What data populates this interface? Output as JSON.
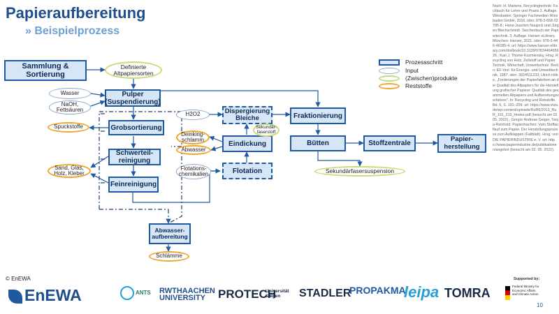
{
  "header": {
    "title": "Papieraufbereitung",
    "subtitle": "» Beispielprozess"
  },
  "legend": {
    "process": "Prozessschritt",
    "input": "Input",
    "product": "(Zwischen)produkte",
    "waste": "Reststoffe"
  },
  "processes": {
    "sammlung": "Sammlung & Sortierung",
    "pulper": "Pulper (Suspendierung)",
    "grobsortierung": "Grobsortierung",
    "schwerteil": "Schwerteil-reinigung",
    "feinreinigung": "Feinreinigung",
    "abwasser": "Abwasser-aufbereitung",
    "dispergierung": "Dispergierung Bleiche",
    "eindickung": "Eindickung",
    "flotation": "Flotation",
    "fraktionierung": "Fraktionierung",
    "butten": "Bütten",
    "stoffzentrale": "Stoffzentrale",
    "papierherstellung": "Papier-herstellung"
  },
  "inputs": {
    "wasser": "Wasser",
    "naoh": "NaOH, Fettsäuren",
    "h2o2": "H2O2",
    "abwasser": "Abwasser",
    "flotation_chem": "Flotations-chemikalien"
  },
  "products": {
    "altpapier": "Definierte Altpapiersorten",
    "sekundarfaserstoff": "Sekundär-faserstoff",
    "suspension": "Sekundärfasersuspension"
  },
  "wastes": {
    "spuckstoffe": "Spuckstoffe",
    "sand": "Sand, Glas, Holz, Kleber",
    "deinking": "Deinking-schlamm",
    "schlamme": "Schlämme"
  },
  "references": "Nach: H. Martens, Recyclingtechnik: Fachbuch für Lehre und Praxis 2. Auflage. Wiesbaden: Springer Fachmedien Wiesbaden GmbH, 2016. isbn: 978-3-658-02785-8.; Hans-Joachim Naujock und Jürgen Blechschmidt. Taschenbuch der Papiertechnik. 3. Auflage. Hanser eLibrary. München: Hanser, 2021. isbn: 978-3-446-46285-4. url: https://www.hanser-elibrary.com/doi/book/10.3139/9783446465626.; Karl J. Thomé-Kozmiensky, Hrsg. Recycling von Holz, Zellstoff und Papier. Technik, Wirtschaft, Umweltschutz. Berlin: EF-Verl. für Energie- und Umwelttechnik, 1987. isbn: 3924511233; Ulrich Höke, „Forderungen der Papierfabriken an die Qualität des Altpapiers für die Herstellung grafischer Papiere: Qualität des gesammelten Altpapiers und Aufbereitungsverfahren\". In: Recycling und Rohstoffe. Bd. 6, S. 191–209. url: https://www.vivis.de/wp-content/uploads/RuR6/2013_RuR_191_210_Hoeke.pdf (besucht am 02. 05. 2022).; Gregor Andreas Geiger, Tanja Reinhold. Papiermachen: Vom Stoffauflauf zum Papier. Der Herstellungsprozess zum Aufklappen (Faltblatt). Hrsg. von DIE PAPIERINDUSTRIE e. V. url: https://www.papierindustrie.de/publikationen/angebot (besucht am 02. 05. 2022).",
  "footer": {
    "copyright": "© EnEWA",
    "page": "10",
    "supported_by": "Supported by:",
    "logos": [
      "EnEWA",
      "ANTS",
      "RWTHAACHEN UNIVERSITY",
      "PROTECH",
      "Universität Siegen",
      "STADLER",
      "PROPAKMA",
      "leipa",
      "TOMRA",
      "Federal Ministry for Economic Affairs and Climate Action"
    ]
  },
  "colors": {
    "title": "#1f4e8c",
    "subtitle": "#6d9fd2",
    "process_border": "#1f5aa0",
    "process_fill": "#d6e6f6",
    "input_border": "#8aa6c8",
    "product_border": "#c8db78",
    "waste_border": "#f0a532"
  }
}
